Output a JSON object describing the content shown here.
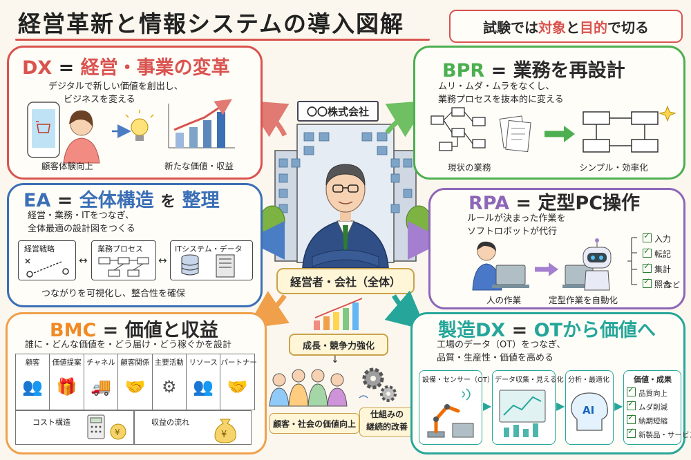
{
  "title": "経営革新と情報システムの導入図解",
  "tagline": {
    "part1": "試験では",
    "part2": "対象",
    "part3": "と",
    "part4": "目的",
    "part5": "で切る"
  },
  "company": {
    "sign": "〇〇株式会社",
    "label": "経営者・会社（全体）"
  },
  "dx": {
    "key": "DX",
    "eq": "=",
    "term": "経営・事業の変革",
    "desc1": "デジタルで新しい価値を創出し、",
    "desc2": "ビジネスを変える",
    "left_caption": "顧客体験向上",
    "right_caption": "新たな価値・収益"
  },
  "ea": {
    "key": "EA",
    "eq": "=",
    "term": "全体構造",
    "suffix1": "を",
    "term2": "整理",
    "desc1": "経営・業務・ITをつなぎ、",
    "desc2": "全体最適の設計図をつくる",
    "box1": "経営戦略",
    "box2": "業務プロセス",
    "box3": "ITシステム・データ",
    "footer": "つながりを可視化し、整合性を確保"
  },
  "bmc": {
    "key": "BMC",
    "eq": "=",
    "term": "価値と収益",
    "desc": "誰に・どんな価値を・どう届け・どう稼ぐかを設計",
    "cells": [
      "顧客",
      "価値提案",
      "チャネル",
      "顧客関係",
      "主要活動",
      "リソース",
      "パートナー"
    ],
    "cost": "コスト構造",
    "revenue": "収益の流れ"
  },
  "bpr": {
    "key": "BPR",
    "eq": "=",
    "term": "業務を再設計",
    "desc1": "ムリ・ムダ・ムラをなくし、",
    "desc2": "業務プロセスを抜本的に変える",
    "left_caption": "現状の業務",
    "right_caption": "シンプル・効率化"
  },
  "rpa": {
    "key": "RPA",
    "eq": "=",
    "term": "定型PC操作",
    "desc1": "ルールが決まった作業を",
    "desc2": "ソフトロボットが代行",
    "left_caption": "人の作業",
    "right_caption": "定型作業を自動化",
    "tasks": [
      "入力",
      "転記",
      "集計",
      "照合"
    ],
    "etc": "など"
  },
  "growth": {
    "label": "成長・競争力強化",
    "left_caption": "顧客・社会の価値向上",
    "right_caption1": "仕組みの",
    "right_caption2": "継続的改善"
  },
  "mfg": {
    "key": "製造DX",
    "eq": "=",
    "term": "OTから価値へ",
    "desc1": "工場のデータ（OT）をつなぎ、",
    "desc2": "品質・生産性・価値を高める",
    "step1": "設備・センサー（OT）",
    "step2": "データ収集・見える化",
    "step3": "分析・最適化",
    "ai": "AI",
    "result_title": "価値・成果",
    "results": [
      "品質向上",
      "ムダ削減",
      "納期短縮",
      "新製品・サービス"
    ]
  },
  "colors": {
    "dx": "#d9534f",
    "ea": "#3b6fb6",
    "bmc": "#f0a04b",
    "bpr": "#4caf50",
    "rpa": "#8e66b8",
    "mfg": "#26a69a"
  }
}
